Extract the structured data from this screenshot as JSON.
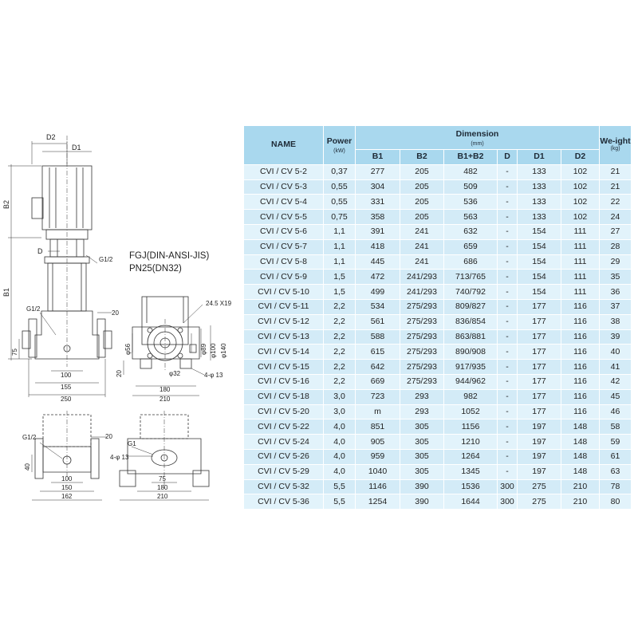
{
  "drawing": {
    "dims": {
      "d2": "D2",
      "d1": "D1",
      "b2": "B2",
      "b1": "B1",
      "d": "D",
      "g12_top": "G1/2",
      "g12_left": "G1/2",
      "g12_lower": "G1/2",
      "g1": "G1",
      "h75": "75",
      "w100": "100",
      "w155": "155",
      "w250": "250",
      "w20": "20",
      "bolt": "24.5 X19",
      "phi56": "φ56",
      "phi89": "φ89",
      "phi100": "φ100",
      "phi140": "φ140",
      "phi32": "φ32",
      "holes": "4-φ 13",
      "h20": "20",
      "w180": "180",
      "w210": "210",
      "w20b": "20",
      "h40": "40",
      "w100b": "100",
      "w150": "150",
      "w162": "162",
      "holes2": "4-φ 13",
      "w75": "75",
      "w180b": "180",
      "w210b": "210"
    },
    "flange_label": "FGJ(DIN-ANSI-JIS)",
    "pressure_label": "PN25(DN32)"
  },
  "table": {
    "headers": {
      "name": "NAME",
      "power": "Power",
      "power_unit": "(kW)",
      "dimension": "Dimension",
      "dimension_unit": "(mm)",
      "weight": "We-ight",
      "weight_unit": "(kg)",
      "b1": "B1",
      "b2": "B2",
      "b1b2": "B1+B2",
      "d": "D",
      "d1": "D1",
      "d2": "D2"
    },
    "rows": [
      [
        "CVI / CV 5-2",
        "0,37",
        "277",
        "205",
        "482",
        "-",
        "133",
        "102",
        "21"
      ],
      [
        "CVI / CV 5-3",
        "0,55",
        "304",
        "205",
        "509",
        "-",
        "133",
        "102",
        "21"
      ],
      [
        "CVI / CV 5-4",
        "0,55",
        "331",
        "205",
        "536",
        "-",
        "133",
        "102",
        "22"
      ],
      [
        "CVI / CV 5-5",
        "0,75",
        "358",
        "205",
        "563",
        "-",
        "133",
        "102",
        "24"
      ],
      [
        "CVI / CV 5-6",
        "1,1",
        "391",
        "241",
        "632",
        "-",
        "154",
        "111",
        "27"
      ],
      [
        "CVI / CV 5-7",
        "1,1",
        "418",
        "241",
        "659",
        "-",
        "154",
        "111",
        "28"
      ],
      [
        "CVI / CV 5-8",
        "1,1",
        "445",
        "241",
        "686",
        "-",
        "154",
        "111",
        "29"
      ],
      [
        "CVI / CV 5-9",
        "1,5",
        "472",
        "241/293",
        "713/765",
        "-",
        "154",
        "111",
        "35"
      ],
      [
        "CVI / CV 5-10",
        "1,5",
        "499",
        "241/293",
        "740/792",
        "-",
        "154",
        "111",
        "36"
      ],
      [
        "CVI / CV 5-11",
        "2,2",
        "534",
        "275/293",
        "809/827",
        "-",
        "177",
        "116",
        "37"
      ],
      [
        "CVI / CV 5-12",
        "2,2",
        "561",
        "275/293",
        "836/854",
        "-",
        "177",
        "116",
        "38"
      ],
      [
        "CVI / CV 5-13",
        "2,2",
        "588",
        "275/293",
        "863/881",
        "-",
        "177",
        "116",
        "39"
      ],
      [
        "CVI / CV 5-14",
        "2,2",
        "615",
        "275/293",
        "890/908",
        "-",
        "177",
        "116",
        "40"
      ],
      [
        "CVI / CV 5-15",
        "2,2",
        "642",
        "275/293",
        "917/935",
        "-",
        "177",
        "116",
        "41"
      ],
      [
        "CVI / CV 5-16",
        "2,2",
        "669",
        "275/293",
        "944/962",
        "-",
        "177",
        "116",
        "42"
      ],
      [
        "CVI / CV 5-18",
        "3,0",
        "723",
        "293",
        "982",
        "-",
        "177",
        "116",
        "45"
      ],
      [
        "CVI / CV 5-20",
        "3,0",
        "m",
        "293",
        "1052",
        "-",
        "177",
        "116",
        "46"
      ],
      [
        "CVI / CV 5-22",
        "4,0",
        "851",
        "305",
        "1156",
        "-",
        "197",
        "148",
        "58"
      ],
      [
        "CVI / CV 5-24",
        "4,0",
        "905",
        "305",
        "1210",
        "-",
        "197",
        "148",
        "59"
      ],
      [
        "CVI / CV 5-26",
        "4,0",
        "959",
        "305",
        "1264",
        "-",
        "197",
        "148",
        "61"
      ],
      [
        "CVI / CV 5-29",
        "4,0",
        "1040",
        "305",
        "1345",
        "-",
        "197",
        "148",
        "63"
      ],
      [
        "CVI / CV 5-32",
        "5,5",
        "1146",
        "390",
        "1536",
        "300",
        "275",
        "210",
        "78"
      ],
      [
        "CVI / CV 5-36",
        "5,5",
        "1254",
        "390",
        "1644",
        "300",
        "275",
        "210",
        "80"
      ]
    ]
  }
}
